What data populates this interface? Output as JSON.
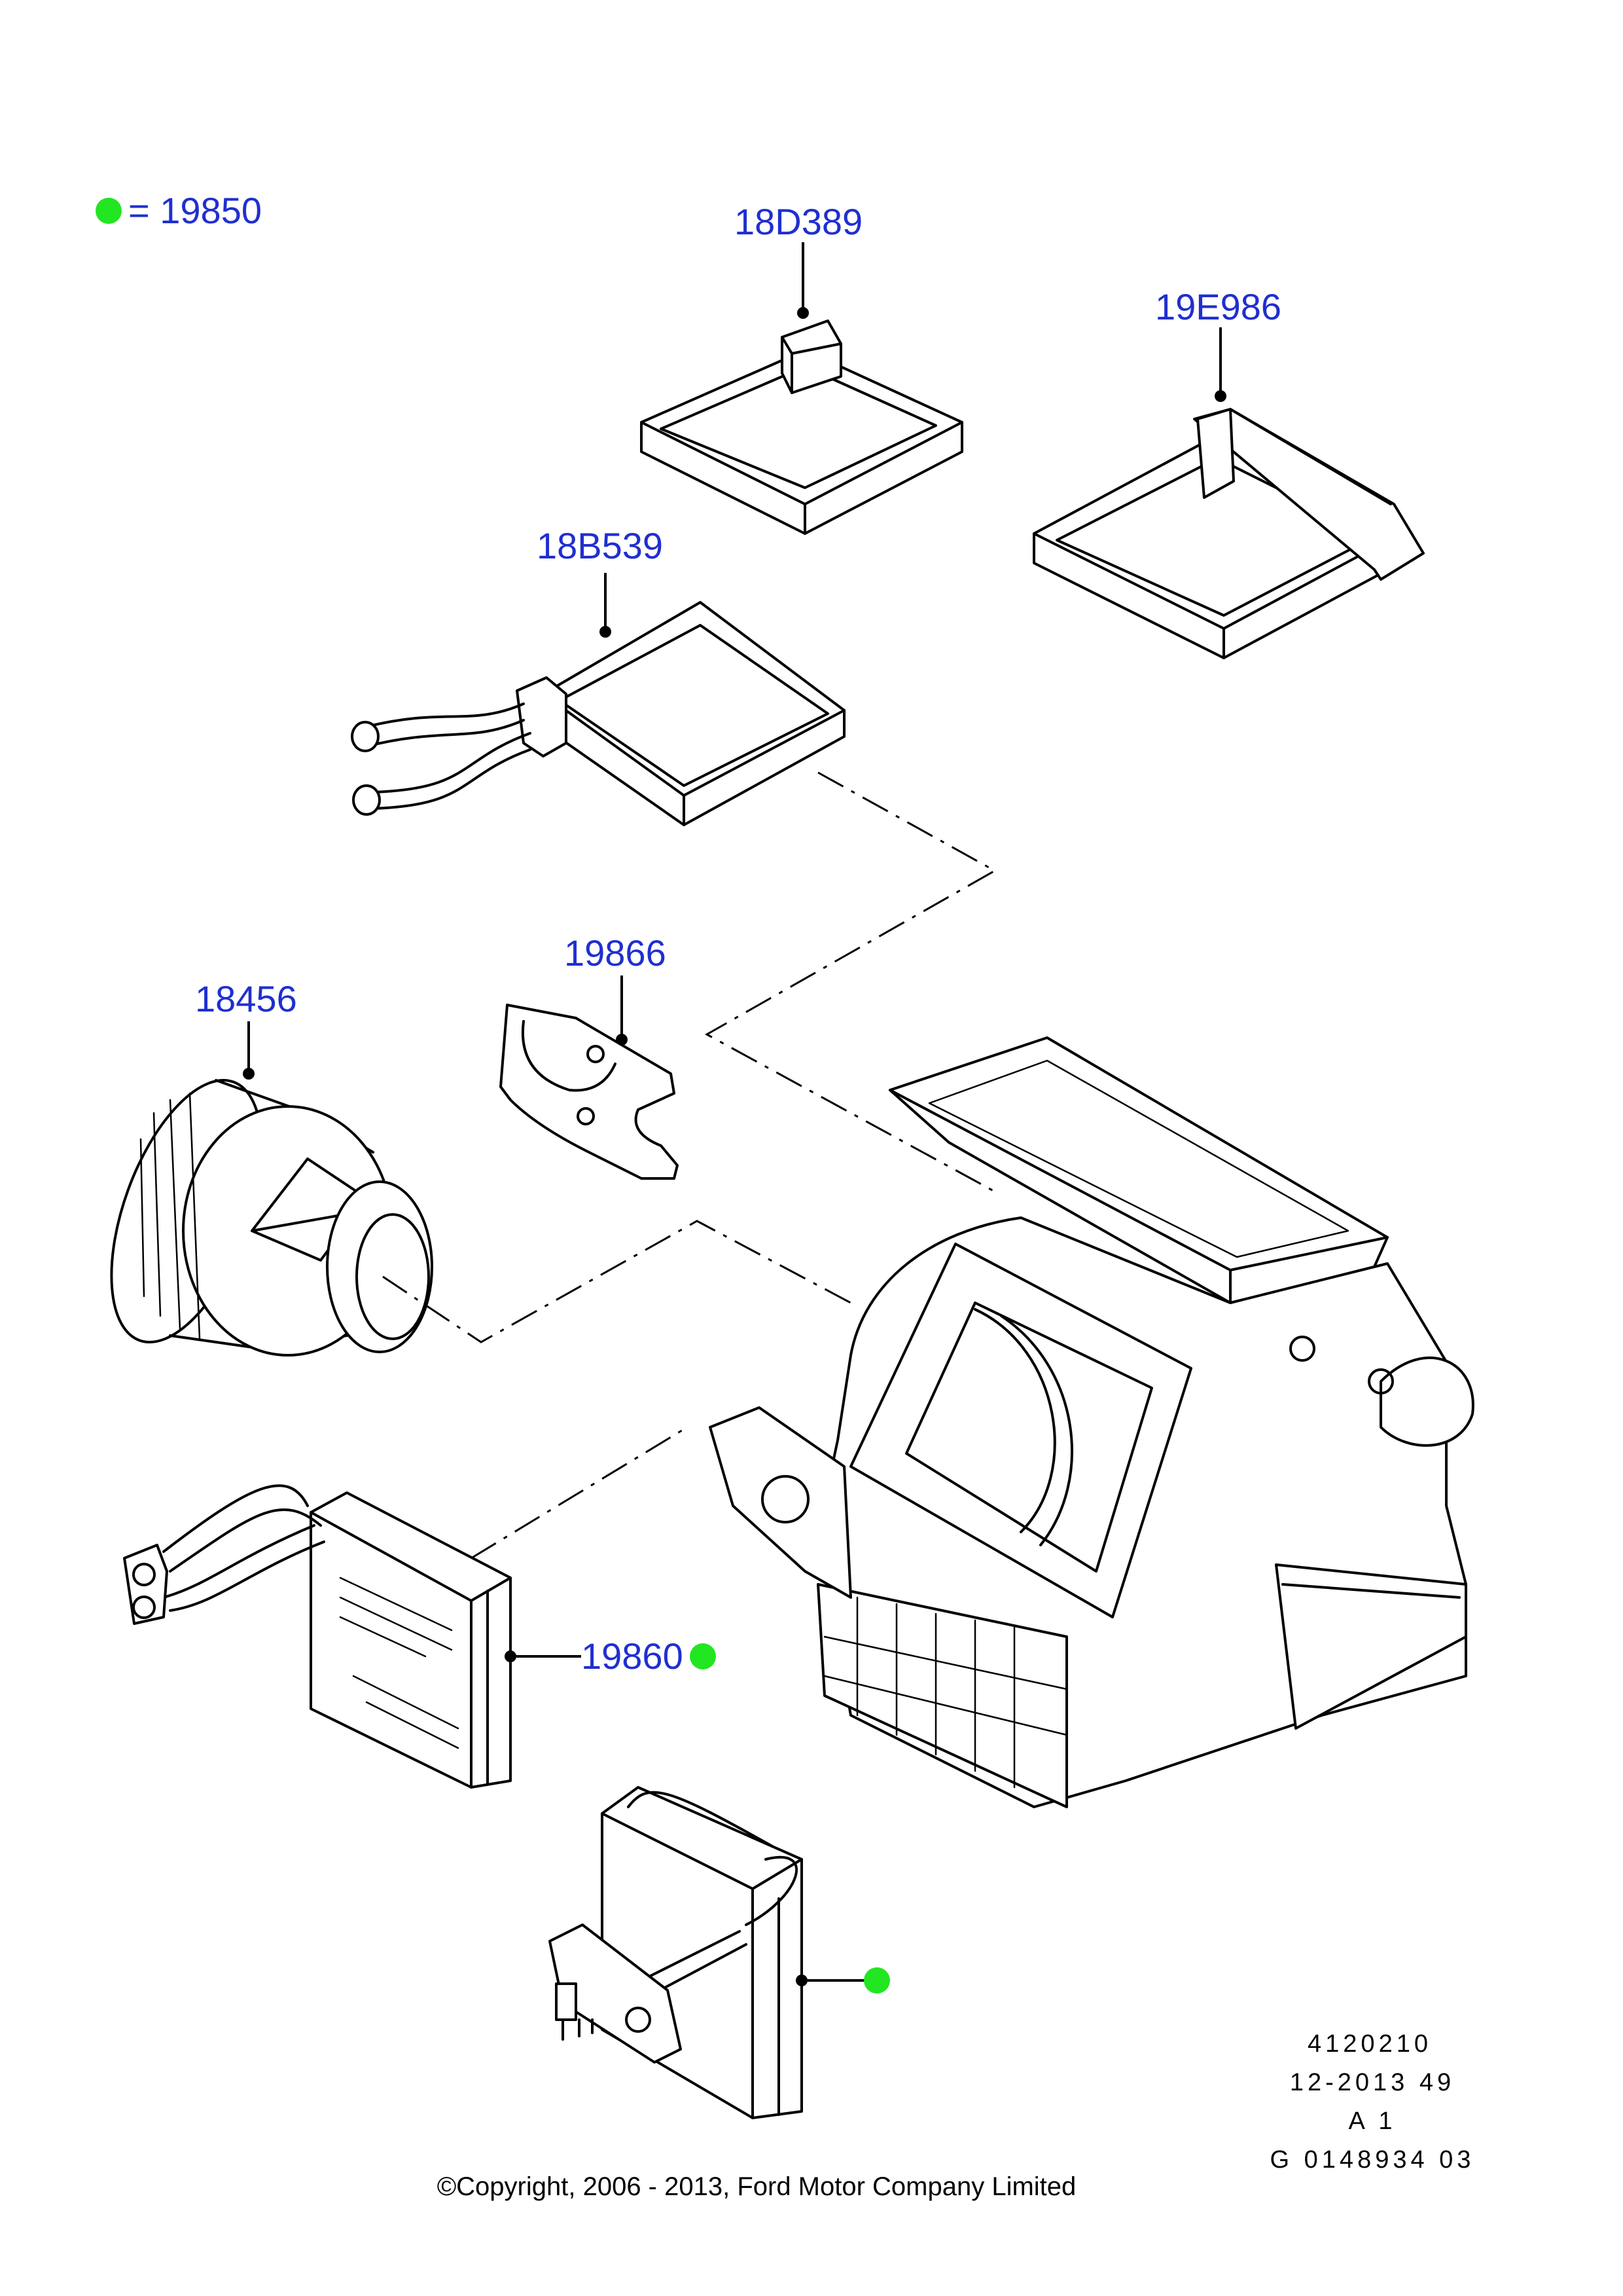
{
  "legend": {
    "symbol_color": "#22e622",
    "text": "= 19850"
  },
  "parts": [
    {
      "number": "18D389"
    },
    {
      "number": "19E986"
    },
    {
      "number": "18B539"
    },
    {
      "number": "19866"
    },
    {
      "number": "18456"
    },
    {
      "number": "19860"
    }
  ],
  "reference": {
    "line1": "4120210",
    "line2": "12-2013 49",
    "line3": "A 1",
    "line4": "G 0148934 03"
  },
  "copyright": "©Copyright, 2006 - 2013, Ford Motor Company Limited",
  "colors": {
    "label": "#1f2fd0",
    "marker": "#22e622",
    "line": "#000000"
  }
}
